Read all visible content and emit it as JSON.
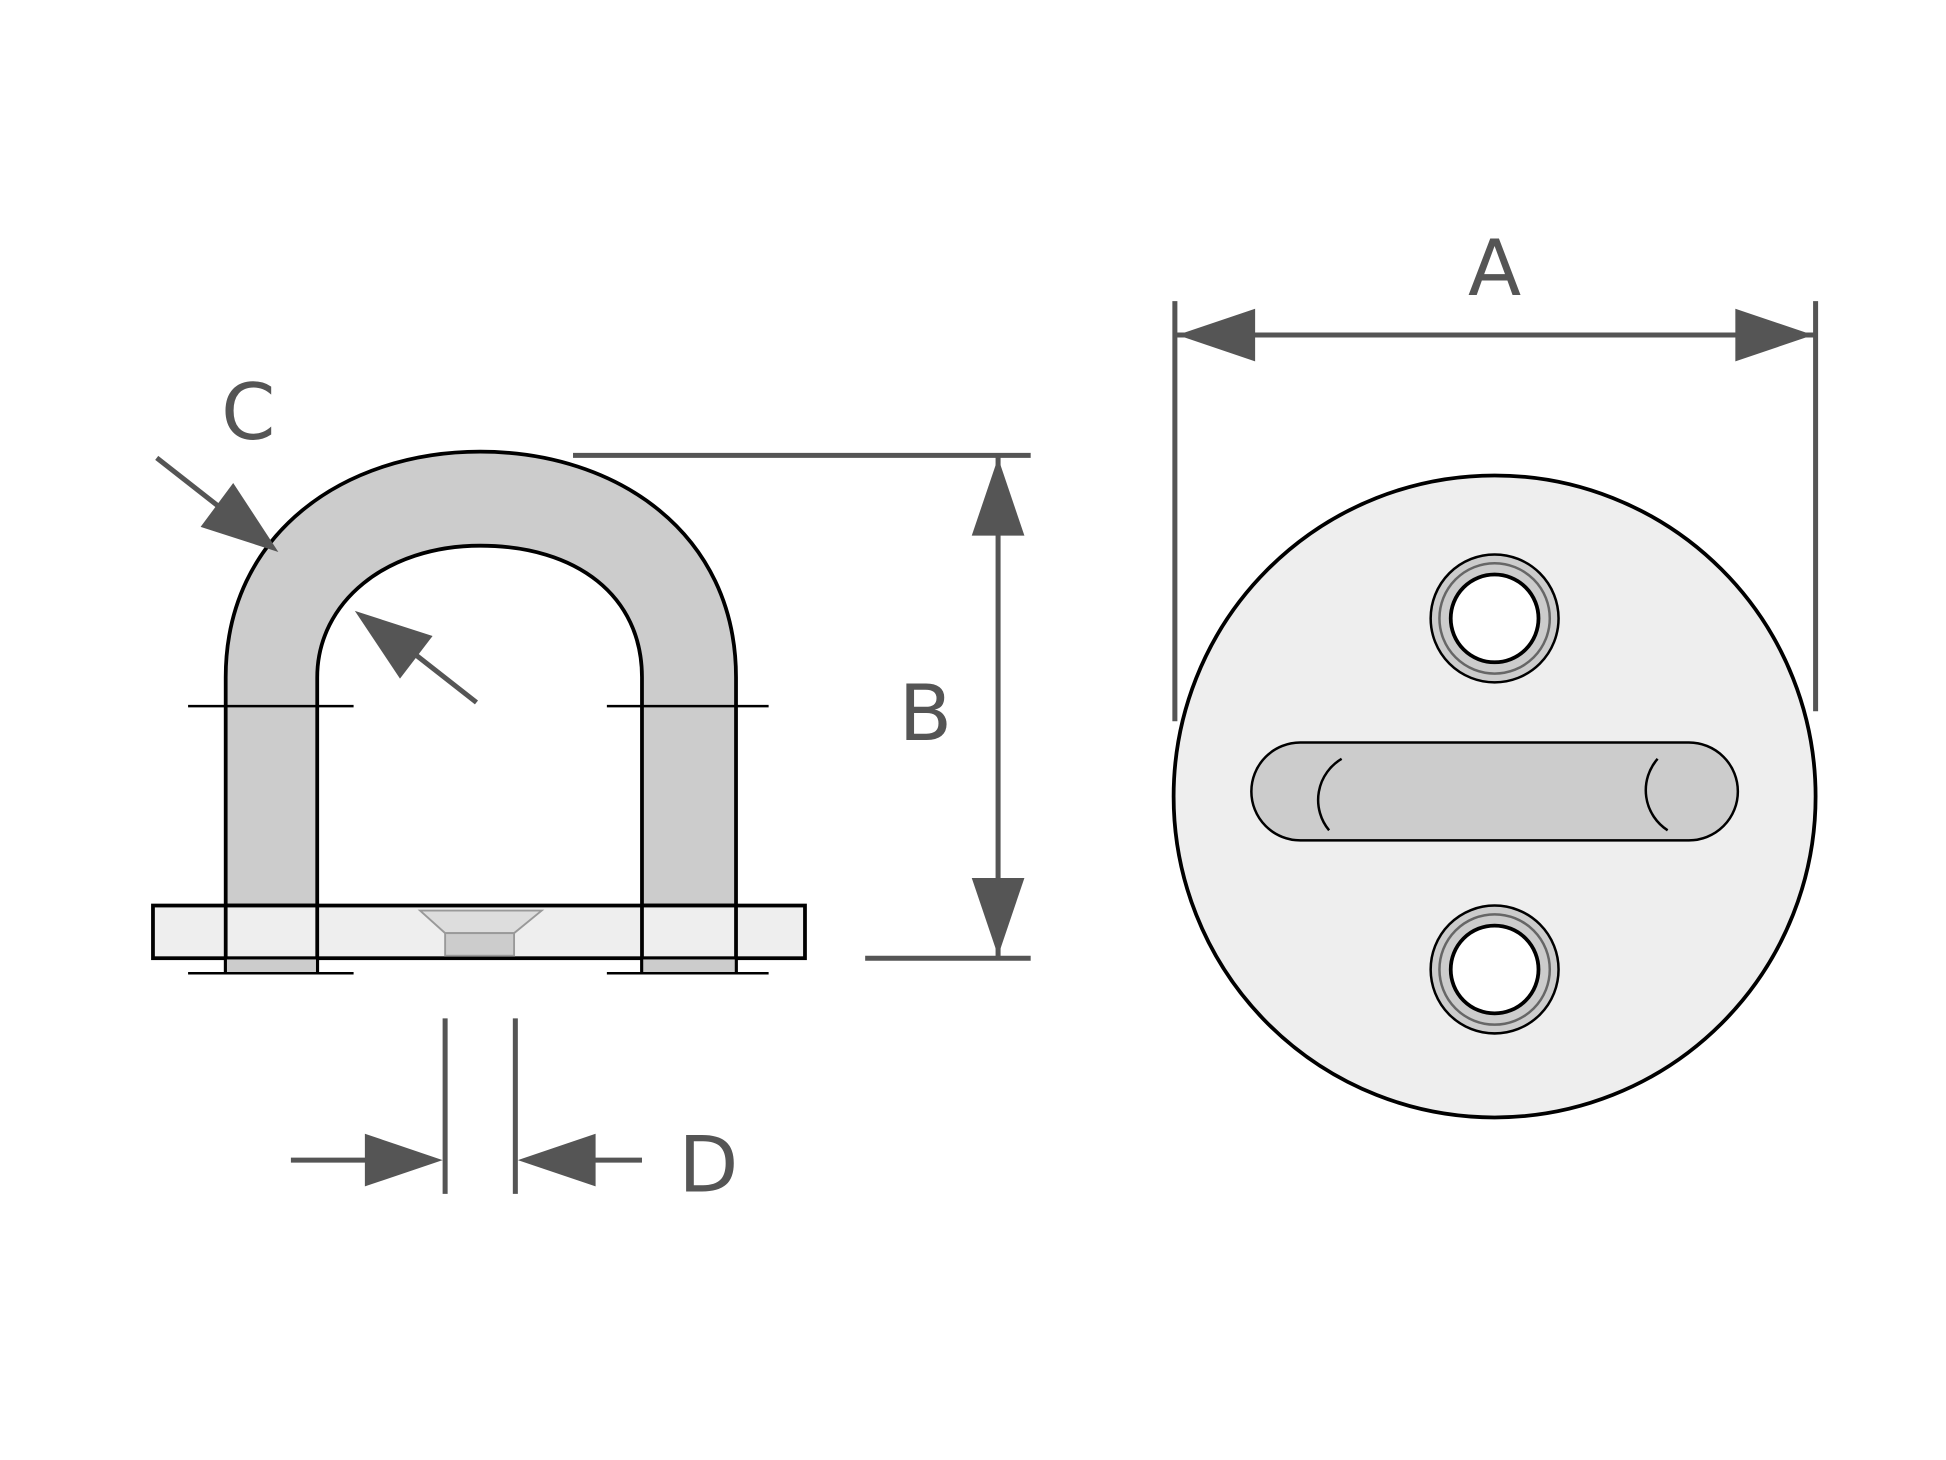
{
  "labels": {
    "a": "A",
    "b": "B",
    "c": "C",
    "d": "D"
  },
  "colors": {
    "metal": "#cccccc",
    "plate": "#eeeeee",
    "dimension": "#555555",
    "outline": "#000000"
  }
}
